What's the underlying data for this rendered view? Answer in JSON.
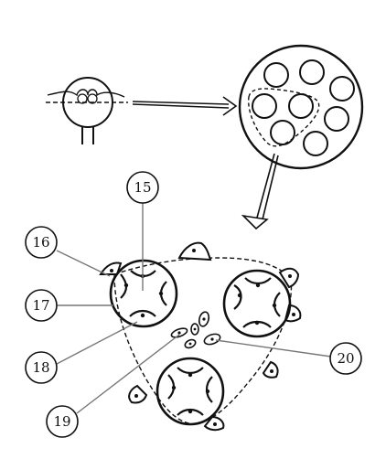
{
  "figure": {
    "labels": [
      {
        "id": "label-15",
        "text": "15"
      },
      {
        "id": "label-16",
        "text": "16"
      },
      {
        "id": "label-17",
        "text": "17"
      },
      {
        "id": "label-18",
        "text": "18"
      },
      {
        "id": "label-19",
        "text": "19"
      },
      {
        "id": "label-20",
        "text": "20"
      }
    ]
  },
  "colors": {
    "stroke": "#111111",
    "background": "#ffffff",
    "leader": "#777777"
  }
}
